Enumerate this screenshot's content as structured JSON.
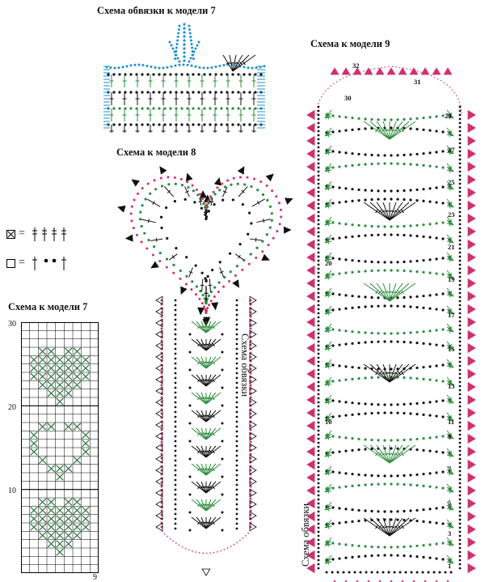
{
  "titles": {
    "edging_model7": "Схема обвязки к модели 7",
    "model8": "Схема к модели 8",
    "model9": "Схема к модели 9",
    "grid_model7": "Схема к модели 7",
    "edging_vertical_a": "Схема обвязки",
    "edging_vertical_b": "Схема обвязки"
  },
  "legend": [
    {
      "symbol": "crossed-square",
      "equals": "=",
      "meaning": "4 tall stitches"
    },
    {
      "symbol": "empty-square",
      "equals": "=",
      "meaning": "stitch, 2 chains, stitch"
    }
  ],
  "grid": {
    "rows": 30,
    "cols": 9,
    "y_labels": [
      "30",
      "20",
      "10"
    ],
    "x_label": "9",
    "motif_color": "#3a7a4a"
  },
  "colors": {
    "green": "#2e8b3e",
    "pink": "#d0306e",
    "blue": "#1e8fd0",
    "black": "#111111"
  },
  "round_numbers_model9": [
    "32",
    "31",
    "30",
    "29",
    "27",
    "25",
    "23",
    "21",
    "20",
    "19",
    "17",
    "15",
    "13",
    "11",
    "10",
    "9",
    "7",
    "5",
    "3",
    "1"
  ]
}
